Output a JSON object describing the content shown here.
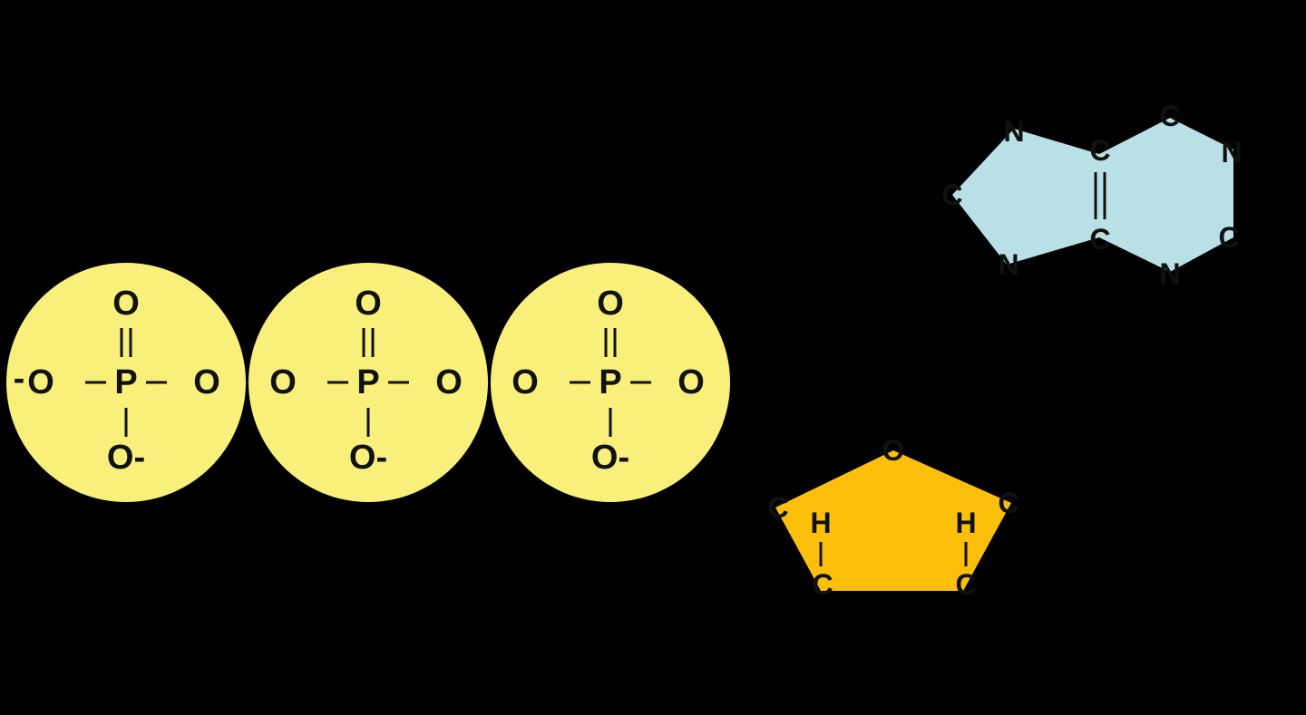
{
  "colors": {
    "background": "#000000",
    "phosphate": "#f8f07a",
    "ribose": "#fbbf0c",
    "base": "#b9e0e6"
  },
  "phosphates": [
    {
      "top": "O",
      "center": "P",
      "bottom": "O-",
      "left": "O",
      "right": "O",
      "charge_left": "-"
    },
    {
      "top": "O",
      "center": "P",
      "bottom": "O-",
      "left": "O",
      "right": "O"
    },
    {
      "top": "O",
      "center": "P",
      "bottom": "O-",
      "left": "O",
      "right": "O"
    }
  ],
  "ribose": {
    "atoms": [
      "O",
      "C",
      "C",
      "C",
      "C",
      "H",
      "H"
    ]
  },
  "base": {
    "atoms": [
      "N",
      "C",
      "C",
      "N",
      "C",
      "C",
      "N",
      "C",
      "N"
    ]
  }
}
